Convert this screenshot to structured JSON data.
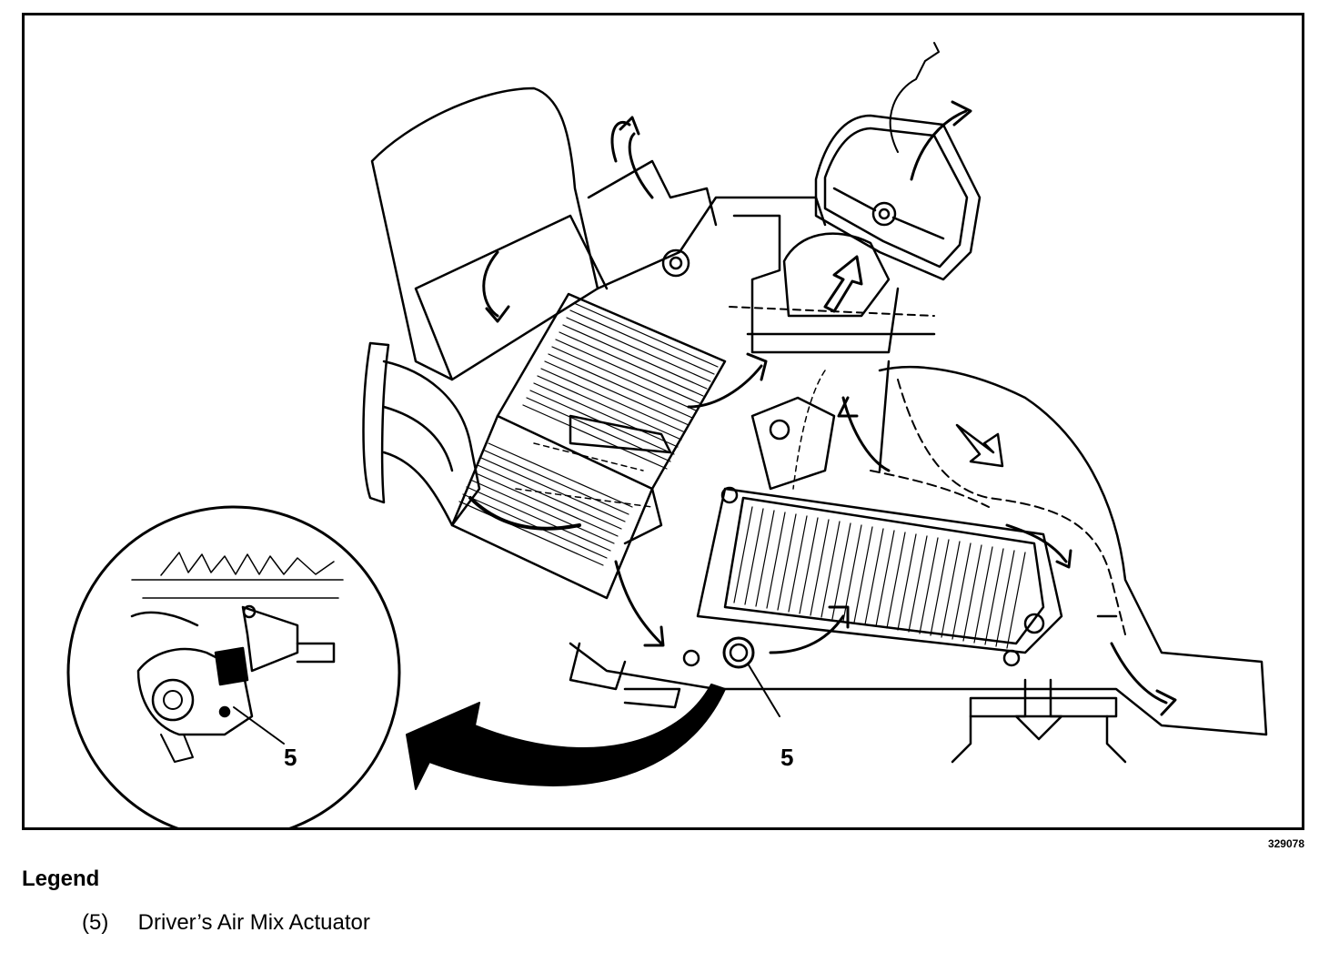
{
  "figure": {
    "figure_number": "329078",
    "callouts": {
      "main": "5",
      "inset": "5"
    }
  },
  "legend": {
    "title": "Legend",
    "items": [
      {
        "number": "(5)",
        "label": "Driver’s Air Mix Actuator"
      }
    ]
  }
}
